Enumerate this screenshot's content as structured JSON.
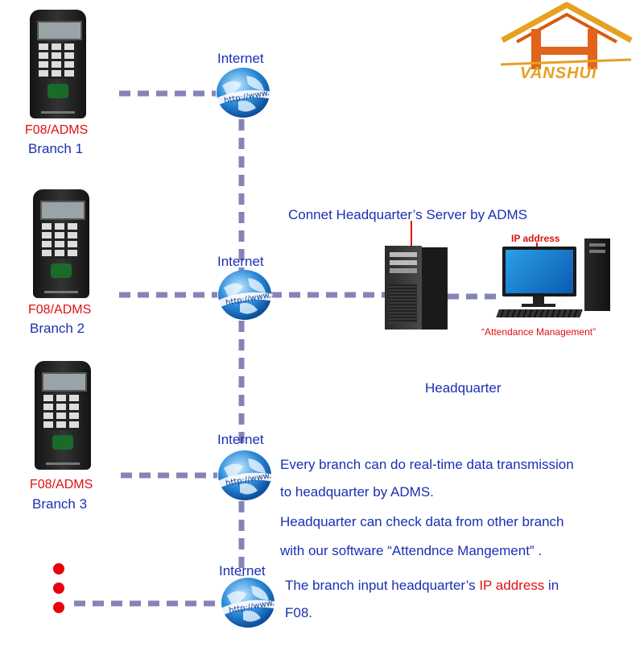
{
  "logo": {
    "text": "VANSHUI",
    "letter": "H"
  },
  "internet_label": "Internet",
  "globe_text": "http://www.",
  "branches": [
    {
      "model": "F08/ADMS",
      "name": "Branch 1"
    },
    {
      "model": "F08/ADMS",
      "name": "Branch 2"
    },
    {
      "model": "F08/ADMS",
      "name": "Branch 3"
    }
  ],
  "server_title": "Connet Headquarter’s Server by ADMS",
  "ip_label": "IP address",
  "attendance_label": "“Attendance Management”",
  "headquarter_label": "Headquarter",
  "description": {
    "line1": "Every branch can do real-time data transmission",
    "line2": "to headquarter by ADMS.",
    "line3": "Headquarter can check data from other branch",
    "line4": "with our software “Attendnce Mangement” .",
    "line5_a": "The branch input  headquarter’s ",
    "line5_b": "IP address",
    "line5_c": " in",
    "line6": "F08."
  },
  "colors": {
    "dash": "#8484b8",
    "text_blue": "#1a2fb3",
    "text_red": "#e01010",
    "logo_orange": "#e0641a"
  }
}
